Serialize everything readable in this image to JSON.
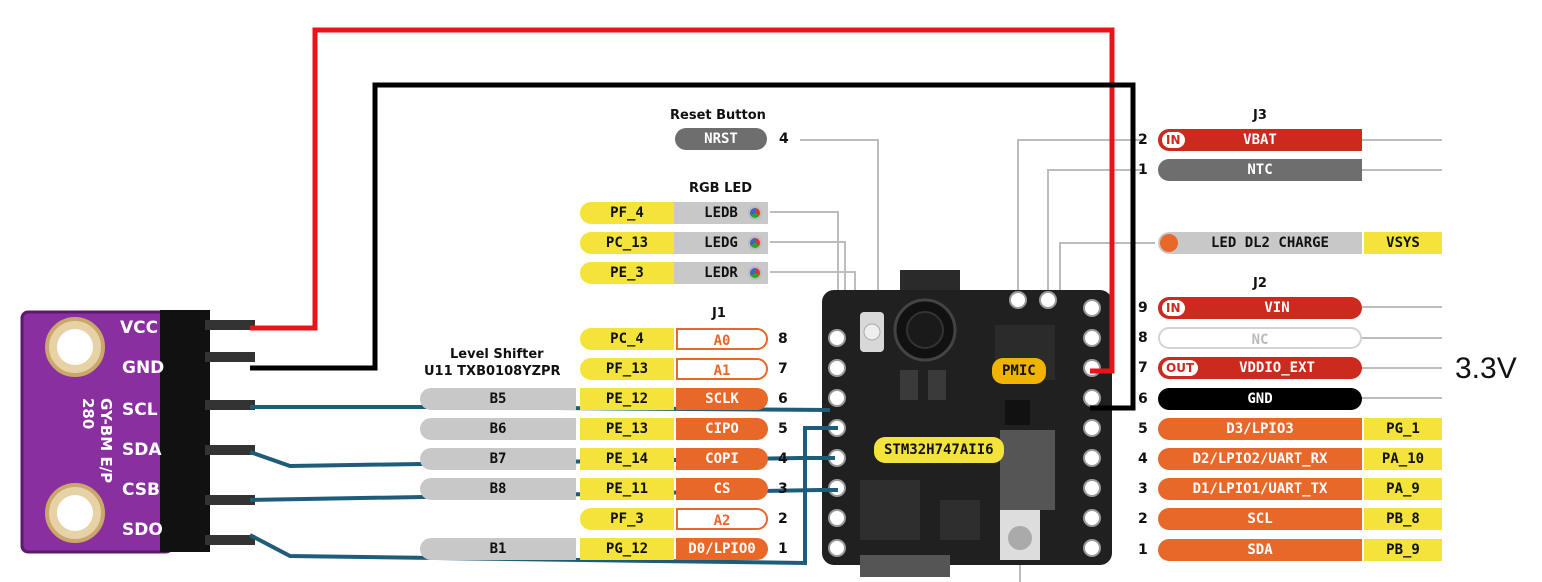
{
  "sensor": {
    "pins": [
      "VCC",
      "GND",
      "SCL",
      "SDA",
      "CSB",
      "SDO"
    ],
    "board_text": "GY-BM E/P 280"
  },
  "reset": {
    "title": "Reset Button",
    "label": "NRST",
    "pin": "4"
  },
  "rgb": {
    "title": "RGB LED",
    "rows": [
      {
        "port": "PF_4",
        "name": "LEDB"
      },
      {
        "port": "PC_13",
        "name": "LEDG"
      },
      {
        "port": "PE_3",
        "name": "LEDR"
      }
    ]
  },
  "j1": {
    "title": "J1",
    "level_shifter_title": "Level Shifter",
    "level_shifter_part": "U11 TXB0108YZPR",
    "rows": [
      {
        "shifter": "",
        "port": "PC_4",
        "func": "A0",
        "pin": "8"
      },
      {
        "shifter": "",
        "port": "PF_13",
        "func": "A1",
        "pin": "7"
      },
      {
        "shifter": "B5",
        "port": "PE_12",
        "func": "SCLK",
        "pin": "6"
      },
      {
        "shifter": "B6",
        "port": "PE_13",
        "func": "CIPO",
        "pin": "5"
      },
      {
        "shifter": "B7",
        "port": "PE_14",
        "func": "COPI",
        "pin": "4"
      },
      {
        "shifter": "B8",
        "port": "PE_11",
        "func": "CS",
        "pin": "3"
      },
      {
        "shifter": "",
        "port": "PF_3",
        "func": "A2",
        "pin": "2"
      },
      {
        "shifter": "B1",
        "port": "PG_12",
        "func": "D0/LPIO0",
        "pin": "1"
      }
    ]
  },
  "j3": {
    "title": "J3",
    "rows": [
      {
        "pin": "2",
        "badge": "IN",
        "label": "VBAT"
      },
      {
        "pin": "1",
        "badge": "",
        "label": "NTC"
      }
    ]
  },
  "led_dl2": {
    "label": "LED DL2 CHARGE",
    "rail": "VSYS"
  },
  "j2": {
    "title": "J2",
    "rows": [
      {
        "pin": "9",
        "badge": "IN",
        "label": "VIN",
        "port": ""
      },
      {
        "pin": "8",
        "badge": "",
        "label": "NC",
        "port": ""
      },
      {
        "pin": "7",
        "badge": "OUT",
        "label": "VDDIO_EXT",
        "port": ""
      },
      {
        "pin": "6",
        "badge": "",
        "label": "GND",
        "port": ""
      },
      {
        "pin": "5",
        "badge": "",
        "label": "D3/LPIO3",
        "port": "PG_1"
      },
      {
        "pin": "4",
        "badge": "",
        "label": "D2/LPIO2/UART_RX",
        "port": "PA_10"
      },
      {
        "pin": "3",
        "badge": "",
        "label": "D1/LPIO1/UART_TX",
        "port": "PA_9"
      },
      {
        "pin": "2",
        "badge": "",
        "label": "SCL",
        "port": "PB_8"
      },
      {
        "pin": "1",
        "badge": "",
        "label": "SDA",
        "port": "PB_9"
      }
    ]
  },
  "board": {
    "pmic": "PMIC",
    "mcu": "STM32H747AII6"
  },
  "annotation": "3.3V",
  "colors": {
    "red_wire": "#e8141a",
    "black_wire": "#000000",
    "blue_wire": "#1f5c7a",
    "yellow": "#f4e33a",
    "orange": "#e8682a",
    "red": "#cc2a1e",
    "sensor": "#8a2fa0"
  }
}
